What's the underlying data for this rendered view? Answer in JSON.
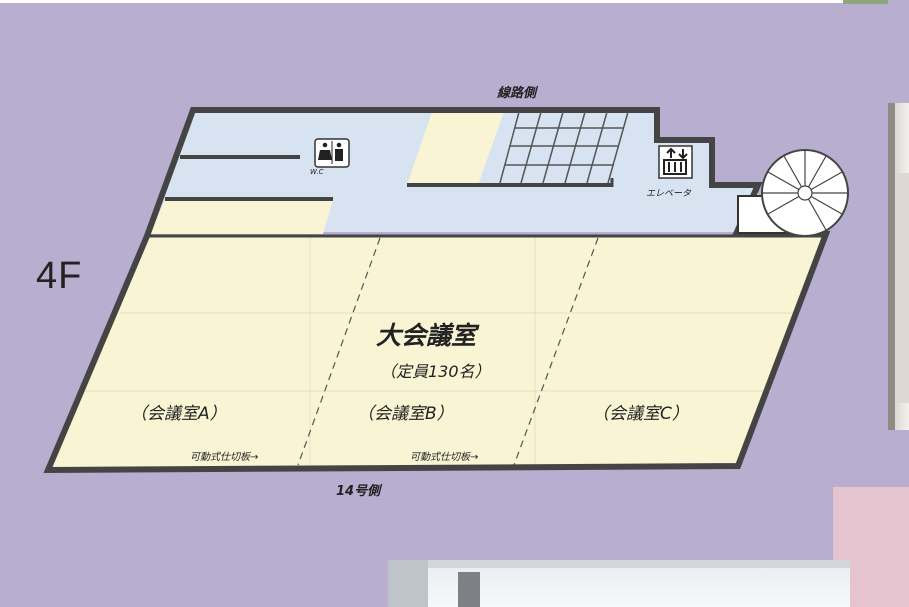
{
  "floor_label": "4F",
  "side_labels": {
    "top": "線路側",
    "bottom": "14号側"
  },
  "rooms": {
    "main": {
      "name": "大会議室",
      "capacity": "（定員130名）"
    },
    "sub": [
      "（会議室A）",
      "（会議室B）",
      "（会議室C）"
    ]
  },
  "partition_label": "可動式仕切板→",
  "facilities": {
    "restroom": "W.C",
    "elevator": "エレベータ"
  },
  "icons": [
    "restroom-icon",
    "elevator-icon",
    "spiral-staircase-icon",
    "staircase-icon"
  ],
  "colors": {
    "background": "#b7aed0",
    "room_fill": "#f8f4d4",
    "corridor_fill": "#d8e3f2",
    "wall": "#444444"
  }
}
